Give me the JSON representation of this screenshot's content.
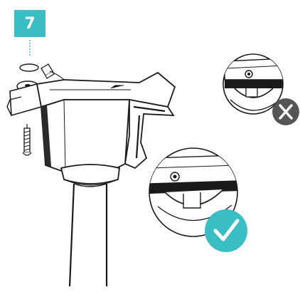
{
  "step": {
    "number": "7"
  },
  "colors": {
    "accent": "#3bbdc4",
    "incorrect": "#555555",
    "outline": "#1a1a1a"
  },
  "callouts": [
    {
      "id": "wrong",
      "meaning": "incorrect",
      "icon": "x-mark-icon"
    },
    {
      "id": "right",
      "meaning": "correct",
      "icon": "checkmark-icon"
    }
  ]
}
